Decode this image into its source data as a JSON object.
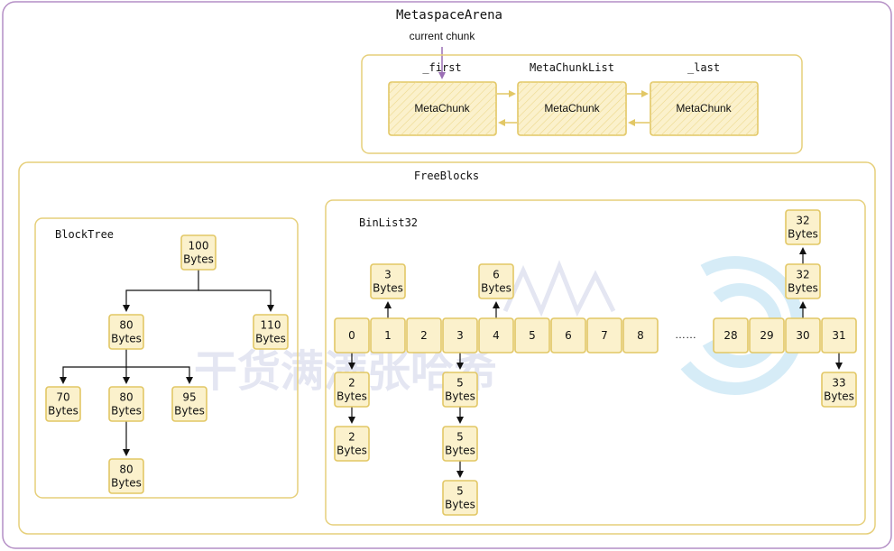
{
  "arena": {
    "title": "MetaspaceArena",
    "current_chunk_label": "current chunk"
  },
  "chunk_list": {
    "first_label": "_first",
    "name_label": "MetaChunkList",
    "last_label": "_last",
    "chunks": [
      "MetaChunk",
      "MetaChunk",
      "MetaChunk"
    ]
  },
  "free_blocks": {
    "title": "FreeBlocks"
  },
  "block_tree": {
    "title": "BlockTree",
    "root": "100\nBytes",
    "level1": [
      "80\nBytes",
      "110\nBytes"
    ],
    "level2": [
      "70\nBytes",
      "80\nBytes",
      "95\nBytes"
    ],
    "level3": [
      "80\nBytes"
    ]
  },
  "bin_list": {
    "title": "BinList32",
    "ellipsis": "……",
    "bins_left": [
      "0",
      "1",
      "2",
      "3",
      "4",
      "5",
      "6",
      "7",
      "8"
    ],
    "bins_right": [
      "28",
      "29",
      "30",
      "31"
    ],
    "bin0_chain": [
      "2\nBytes",
      "2\nBytes"
    ],
    "bin1_above": "3\nBytes",
    "bin3_chain": [
      "5\nBytes",
      "5\nBytes",
      "5\nBytes"
    ],
    "bin4_above": "6\nBytes",
    "bin30_above": [
      "32\nBytes",
      "32\nBytes"
    ],
    "bin31_below": "33\nBytes"
  },
  "watermark": {
    "text": "干货满满张哈希"
  },
  "colors": {
    "box_fill": "#fbf1cc",
    "box_stroke": "#e2c765",
    "outer_border": "#b48ec5",
    "arrow_purple": "#9b6fb5"
  }
}
